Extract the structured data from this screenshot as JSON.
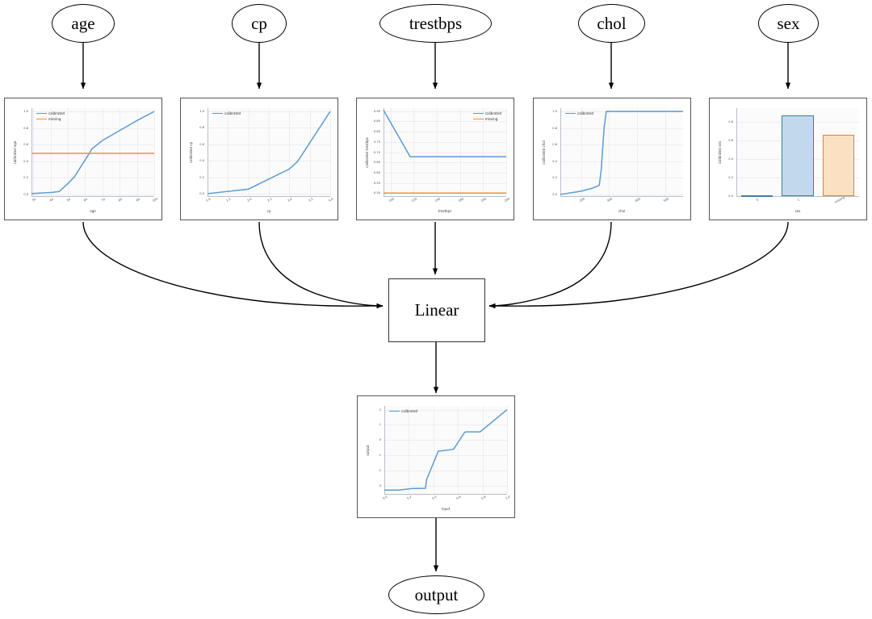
{
  "graph": {
    "input_nodes": [
      {
        "id": "age",
        "label": "age"
      },
      {
        "id": "cp",
        "label": "cp"
      },
      {
        "id": "trestbps",
        "label": "trestbps"
      },
      {
        "id": "chol",
        "label": "chol"
      },
      {
        "id": "sex",
        "label": "sex"
      }
    ],
    "linear_node": {
      "id": "linear",
      "label": "Linear"
    },
    "output_node": {
      "id": "output",
      "label": "output"
    }
  },
  "colors": {
    "calibrated": "#5b9bd5",
    "missing": "#f5912e",
    "bar_blue_fill": "#c2d9ec",
    "bar_blue_edge": "#3d7ea6",
    "bar_orange_fill": "#fce0c2",
    "bar_orange_edge": "#ef8022",
    "grid": "#eceef2",
    "panel_border": "#555555",
    "edge_stroke": "#000000"
  },
  "legend_labels": {
    "calibrated": "calibrated",
    "missing": "missing"
  },
  "chart_data": [
    {
      "id": "age",
      "type": "line",
      "title": "",
      "xlabel": "age",
      "ylabel": "calibrated age",
      "xlim": [
        29,
        100
      ],
      "ylim": [
        -0.02,
        1.04
      ],
      "xticks": [
        30,
        40,
        50,
        60,
        70,
        80,
        90,
        100
      ],
      "yticks": [
        0.0,
        0.2,
        0.4,
        0.6,
        0.8,
        1.0
      ],
      "grid": true,
      "legend_position": "upper-left",
      "series": [
        {
          "name": "calibrated",
          "x": [
            29,
            41,
            45,
            50,
            54,
            58,
            62,
            64,
            70,
            80,
            90,
            100
          ],
          "values": [
            0.01,
            0.025,
            0.035,
            0.13,
            0.215,
            0.35,
            0.48,
            0.55,
            0.65,
            0.77,
            0.89,
            1.0
          ]
        },
        {
          "name": "missing",
          "x": [
            29,
            100
          ],
          "values": [
            0.495,
            0.495
          ]
        }
      ]
    },
    {
      "id": "cp",
      "type": "line",
      "title": "",
      "xlabel": "cp",
      "ylabel": "calibrated cp",
      "xlim": [
        1.0,
        4.0
      ],
      "ylim": [
        -0.03,
        1.04
      ],
      "xticks": [
        1.0,
        1.5,
        2.0,
        2.5,
        3.0,
        3.5,
        4.0
      ],
      "yticks": [
        0.0,
        0.2,
        0.4,
        0.6,
        0.8,
        1.0
      ],
      "grid": true,
      "legend_position": "upper-left",
      "series": [
        {
          "name": "calibrated",
          "x": [
            1.0,
            2.0,
            3.0,
            3.2,
            4.0
          ],
          "values": [
            0.0,
            0.055,
            0.3,
            0.39,
            1.0
          ]
        }
      ]
    },
    {
      "id": "trestbps",
      "type": "line",
      "title": "",
      "xlabel": "trestbps",
      "ylabel": "calibrated trestbps",
      "xlim": [
        94,
        200
      ],
      "ylim": [
        0.485,
        0.915
      ],
      "xticks": [
        100,
        120,
        140,
        160,
        180,
        200
      ],
      "yticks": [
        0.5,
        0.55,
        0.6,
        0.65,
        0.7,
        0.75,
        0.8,
        0.85,
        0.9
      ],
      "grid": true,
      "legend_position": "upper-right",
      "series": [
        {
          "name": "calibrated",
          "x": [
            94,
            117,
            200
          ],
          "values": [
            0.905,
            0.678,
            0.678
          ]
        },
        {
          "name": "missing",
          "x": [
            94,
            200
          ],
          "values": [
            0.5,
            0.5
          ]
        }
      ]
    },
    {
      "id": "chol",
      "type": "line",
      "title": "",
      "xlabel": "chol",
      "ylabel": "calibrated chol",
      "xlim": [
        126,
        564
      ],
      "ylim": [
        -0.02,
        1.04
      ],
      "xticks": [
        200,
        300,
        400,
        500
      ],
      "yticks": [
        0.0,
        0.2,
        0.4,
        0.6,
        0.8,
        1.0
      ],
      "grid": true,
      "legend_position": "upper-left",
      "series": [
        {
          "name": "calibrated",
          "x": [
            126,
            200,
            240,
            265,
            272,
            282,
            290,
            564
          ],
          "values": [
            0.0,
            0.04,
            0.075,
            0.11,
            0.3,
            0.8,
            1.0,
            1.0
          ]
        }
      ]
    },
    {
      "id": "sex",
      "type": "bar",
      "title": "",
      "xlabel": "sex",
      "ylabel": "calibrated sex",
      "categories": [
        "0",
        "1",
        "missing"
      ],
      "values": [
        0.006,
        0.872,
        0.662
      ],
      "bar_colors": [
        "blue",
        "blue",
        "orange"
      ],
      "ylim": [
        0,
        0.95
      ],
      "yticks": [
        0.0,
        0.2,
        0.4,
        0.6,
        0.8
      ],
      "grid": true,
      "legend_position": "none"
    },
    {
      "id": "output",
      "type": "line",
      "title": "",
      "xlabel": "input",
      "ylabel": "output",
      "xlim": [
        0.0,
        1.0
      ],
      "ylim": [
        -3.55,
        2.25
      ],
      "xticks": [
        0.0,
        0.2,
        0.4,
        0.6,
        0.8,
        1.0
      ],
      "yticks": [
        -3,
        -2,
        -1,
        0,
        1,
        2
      ],
      "grid": true,
      "legend_position": "upper-left",
      "series": [
        {
          "name": "calibrated",
          "x": [
            0.0,
            0.12,
            0.22,
            0.335,
            0.345,
            0.44,
            0.455,
            0.55,
            0.565,
            0.655,
            0.67,
            0.78,
            1.0
          ],
          "values": [
            -3.3,
            -3.3,
            -3.2,
            -3.18,
            -2.6,
            -0.72,
            -0.72,
            -0.62,
            -0.6,
            0.52,
            0.54,
            0.54,
            2.0
          ]
        }
      ]
    }
  ]
}
